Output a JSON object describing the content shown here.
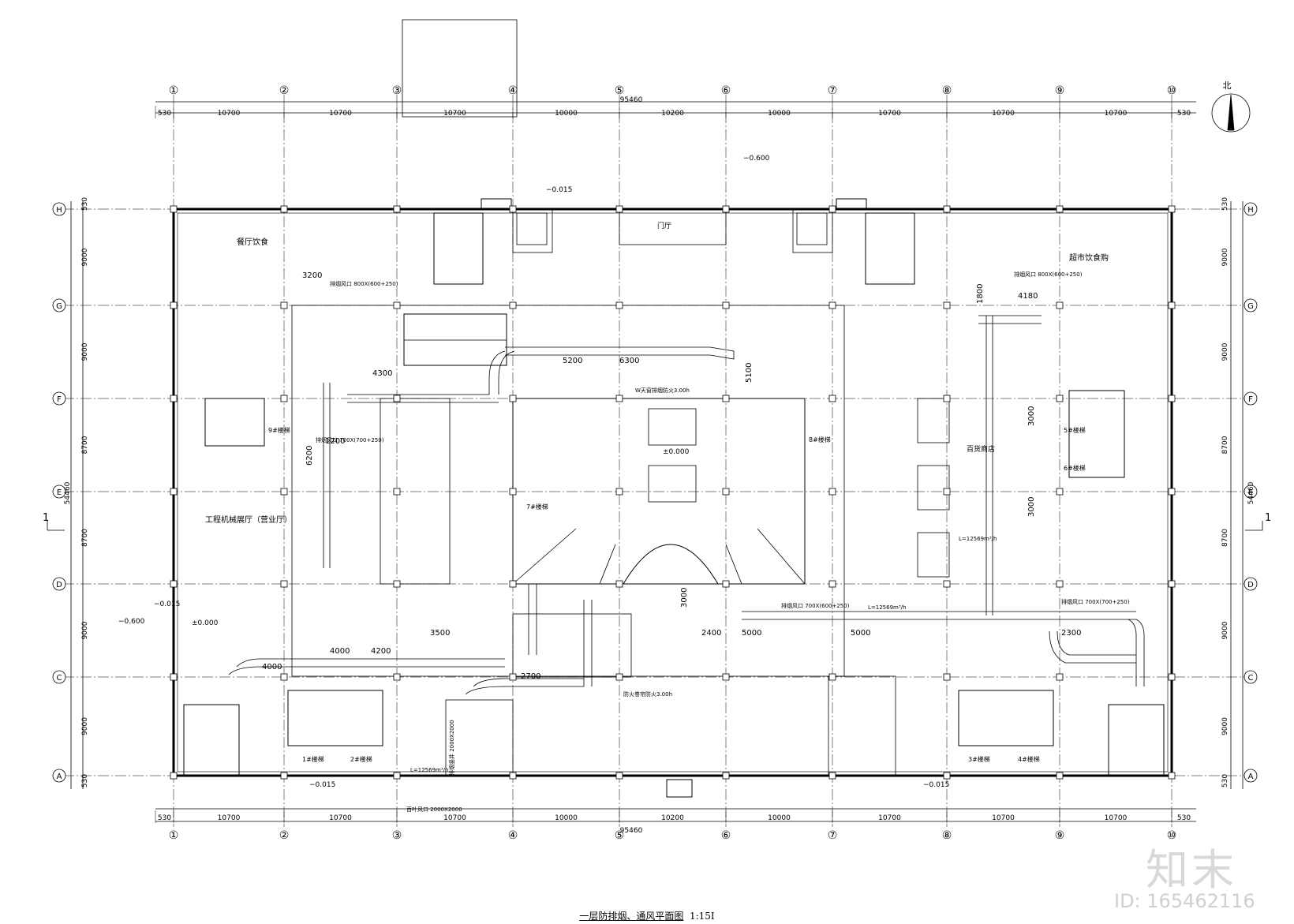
{
  "drawing": {
    "title": "一层防排烟、通风平面图",
    "scale": "1:15Ⅰ",
    "north_label": "北",
    "watermark": "知末",
    "watermark_id": "ID: 165462116"
  },
  "grid": {
    "columns": [
      "①",
      "②",
      "③",
      "④",
      "⑤",
      "⑥",
      "⑦",
      "⑧",
      "⑨",
      "⑩"
    ],
    "rows": [
      "H",
      "G",
      "F",
      "E",
      "D",
      "C",
      "A"
    ],
    "top_spans": [
      "530",
      "10700",
      "10700",
      "10700",
      "10000",
      "10200",
      "10000",
      "10700",
      "10700",
      "10700",
      "530"
    ],
    "bottom_spans": [
      "530",
      "10700",
      "10700",
      "10700",
      "10000",
      "10200",
      "10000",
      "10700",
      "10700",
      "10700",
      "530"
    ],
    "total_width": "95460",
    "left_spans": [
      "530",
      "9000",
      "9000",
      "8700",
      "8700",
      "9000",
      "9000",
      "530"
    ],
    "right_spans": [
      "530",
      "9000",
      "9000",
      "8700",
      "8700",
      "9000",
      "9000",
      "530"
    ],
    "total_height": "54460"
  },
  "section_marks": {
    "left": "1",
    "right": "1"
  },
  "elevations": {
    "outside_n": "−0.600",
    "entry_n": "−0.015",
    "hall": "±0.000",
    "west": "±0.000",
    "sw_minus": "−0.600",
    "sw_step": "−0.015",
    "s_step1": "−0.015",
    "s_step2": "−0.015"
  },
  "room_labels": {
    "nw": "餐厅饮食",
    "ne": "超市饮食购",
    "west": "工程机械展厅（营业厅）",
    "n_center": "门厅",
    "e_shop": "百货商店"
  },
  "stair_labels": {
    "s1": "1#楼梯",
    "s2": "2#楼梯",
    "s3": "3#楼梯",
    "s4": "4#楼梯",
    "s5": "5#楼梯",
    "s6": "6#楼梯",
    "s7": "7#楼梯",
    "s8": "8#楼梯",
    "s9": "9#楼梯"
  },
  "dims": {
    "d3200": "3200",
    "d4300": "4300",
    "d6200": "6200",
    "d1200": "1200",
    "d4000a": "4000",
    "d4000b": "4000",
    "d4200": "4200",
    "d3500": "3500",
    "d5200": "5200",
    "d6300": "6300",
    "d5100": "5100",
    "d4180": "4180",
    "d1800": "1800",
    "d3000a": "3000",
    "d3000b": "3000",
    "d2400": "2400",
    "d5000a": "5000",
    "d5000b": "5000",
    "d2300": "2300",
    "d2700": "2700",
    "d3000c": "3000"
  },
  "duct_notes": {
    "exhaust_1": "排烟风口 800X(600+250)",
    "exhaust_2": "排烟风口 700X(700+250)",
    "exhaust_3": "排烟风口 800X(600+250)",
    "exhaust_4": "排烟风口 700X(600+250)",
    "exhaust_5": "排烟风口 700X(700+250)",
    "louver_1": "百叶风口 2000X2000",
    "louver_2": "排烟竖井 2000X2000",
    "air_1": "L=12569m³/h",
    "air_2": "L=12569m³/h",
    "air_3": "L=12569m³/h",
    "fire_line1": "W天窗排烟防火3.00h",
    "fire_line2": "防火卷帘防火3.00h"
  },
  "colors": {
    "line": "#000000",
    "background": "#ffffff",
    "watermark": "#d8d8d8"
  }
}
